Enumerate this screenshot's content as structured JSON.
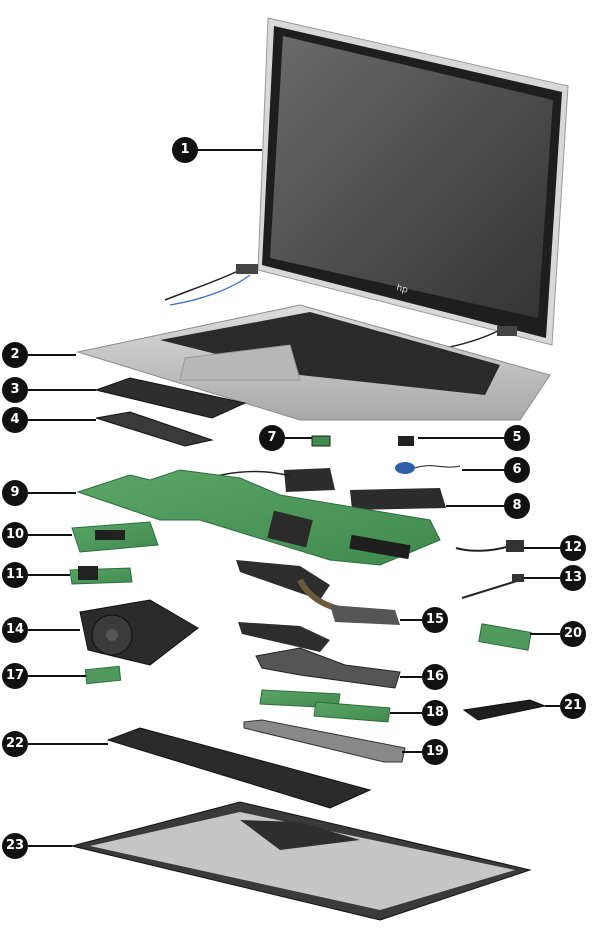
{
  "callouts": [
    "1",
    "2",
    "3",
    "4",
    "5",
    "6",
    "7",
    "8",
    "9",
    "10",
    "11",
    "12",
    "13",
    "14",
    "15",
    "16",
    "17",
    "18",
    "19",
    "20",
    "21",
    "22",
    "23"
  ],
  "parts": {
    "display": "display-assembly",
    "topcover": "top-cover-keyboard",
    "touchpad": "touchpad",
    "touchpad_cable": "touchpad-cable",
    "small_board_5": "small-board",
    "coin_battery": "rtc-battery",
    "small_board_7": "small-board",
    "speakers": "speakers",
    "system_board": "system-board",
    "board_10": "io-board",
    "board_11": "card-reader-board",
    "cable_12": "power-cable",
    "cable_13": "antenna-cable",
    "fan": "fan",
    "heatsink_15": "heat-sink",
    "heatsink_16": "heat-sink",
    "wlan_17": "wlan-module",
    "memory": "memory-modules",
    "bracket_19": "bracket",
    "wwan_20": "wwan-module",
    "ssd": "solid-state-drive",
    "battery": "battery",
    "bottom_cover": "bottom-cover"
  },
  "colors": {
    "pcb": "#4f9a5c",
    "pcb_dark": "#2f6b3c",
    "chassis": "#c9c9c9",
    "chassis_dark": "#9d9d9d",
    "bezel": "#1c1c1c",
    "screen": "#4a4a4a",
    "black": "#111111"
  }
}
